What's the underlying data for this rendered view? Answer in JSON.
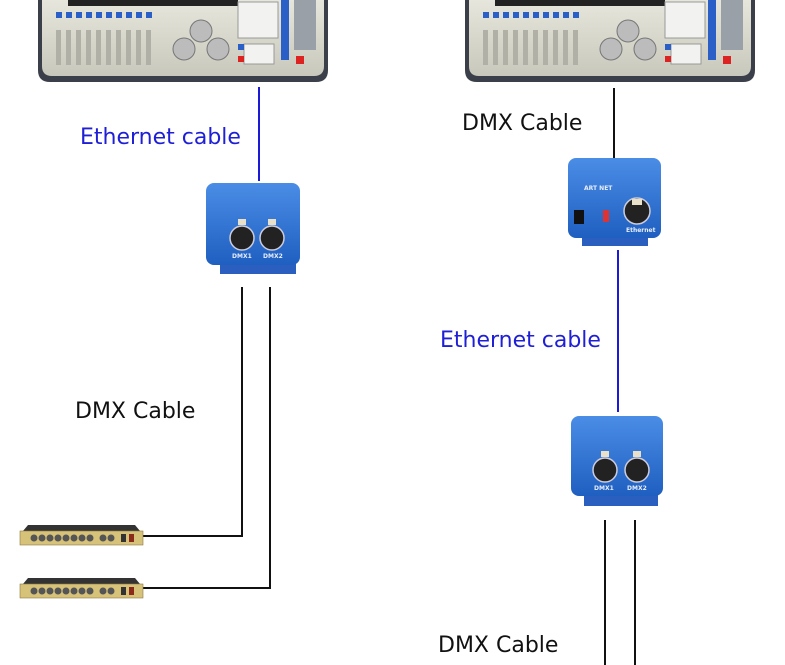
{
  "colors": {
    "ethernet_line": "#1a1ad8",
    "dmx_line": "#111111",
    "device_blue": "#2a6fd0",
    "console_body": "#d8d8cc",
    "rack_gold": "#d7c27a"
  },
  "labels": {
    "left_ethernet": "Ethernet cable",
    "left_dmx": "DMX Cable",
    "right_dmx_top": "DMX Cable",
    "right_ethernet": "Ethernet cable",
    "right_dmx_bottom": "DMX Cable"
  },
  "devices": {
    "splitter_port1": "DMX1",
    "splitter_port2": "DMX2",
    "node_port": "Ethernet",
    "node_logo": "ART NET"
  }
}
